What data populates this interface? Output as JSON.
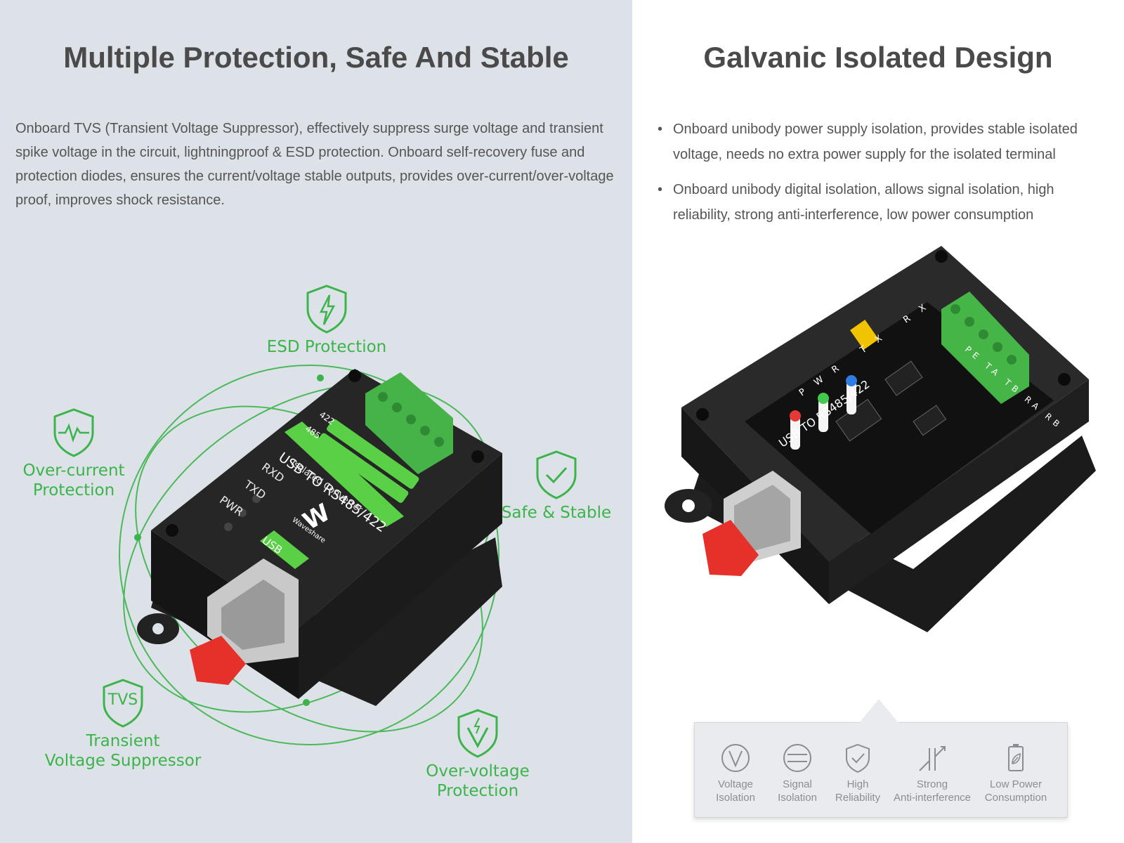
{
  "left": {
    "title": "Multiple Protection, Safe And Stable",
    "description": "Onboard TVS (Transient Voltage Suppressor), effectively suppress surge voltage and transient spike voltage in the circuit, lightningproof & ESD protection. Onboard self-recovery fuse and protection diodes, ensures the current/voltage stable outputs, provides over-current/over-voltage proof, improves shock resistance.",
    "features": {
      "esd": "ESD Protection",
      "over_current_1": "Over-current",
      "over_current_2": "Protection",
      "safe": "Safe & Stable",
      "tvs_icon": "TVS",
      "tvs_1": "Transient",
      "tvs_2": "Voltage Suppressor",
      "over_voltage_1": "Over-voltage",
      "over_voltage_2": "Protection"
    },
    "device": {
      "label_main": "USB TO RS485/422",
      "label_sub": "Isolated Converter",
      "rxd": "RXD",
      "txd": "TXD",
      "pwr": "PWR",
      "usb": "USB",
      "brand": "Waveshare",
      "mode_422": "422",
      "mode_485": "485"
    },
    "accent_color": "#3cb44b"
  },
  "right": {
    "title": "Galvanic Isolated Design",
    "bullets": [
      "Onboard unibody power supply isolation, provides stable isolated voltage, needs no extra power supply for the isolated terminal",
      "Onboard unibody digital isolation, allows signal isolation, high reliability, strong anti-interference, low power consumption"
    ],
    "board": {
      "label": "USB TO RS485/422",
      "pins": [
        "PE",
        "TA",
        "TB",
        "RA",
        "RB"
      ],
      "leds": [
        "PWR",
        "TX",
        "RX"
      ]
    },
    "icons": [
      {
        "icon": "voltage-icon",
        "line1": "Voltage",
        "line2": "Isolation"
      },
      {
        "icon": "signal-icon",
        "line1": "Signal",
        "line2": "Isolation"
      },
      {
        "icon": "shield-check-icon",
        "line1": "High",
        "line2": "Reliability"
      },
      {
        "icon": "anti-interference-icon",
        "line1": "Strong",
        "line2": "Anti-interference"
      },
      {
        "icon": "battery-leaf-icon",
        "line1": "Low Power",
        "line2": "Consumption"
      }
    ]
  }
}
